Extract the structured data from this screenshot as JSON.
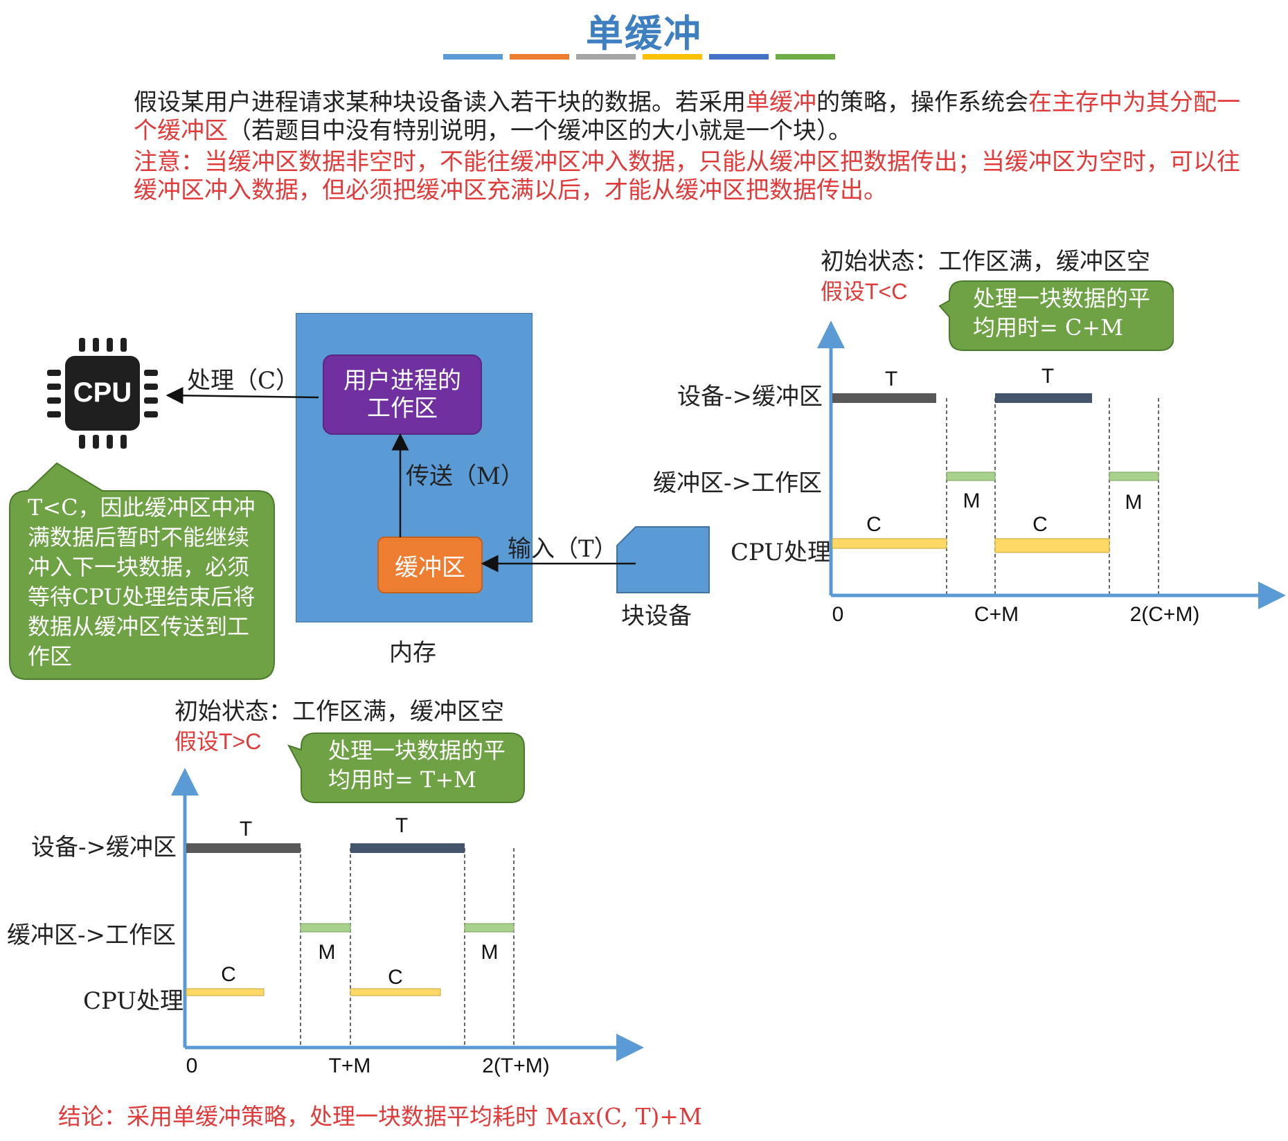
{
  "title": "单缓冲",
  "stripes": [
    "#5b9bd5",
    "#ed7d31",
    "#a5a5a5",
    "#ffc000",
    "#4472c4",
    "#70ad47"
  ],
  "intro": {
    "p1_a": "假设某用户进程请求某种块设备读入若干块的数据。若采用",
    "p1_red1": "单缓冲",
    "p1_b": "的策略，操作系统会",
    "p1_red2": "在主存中为其分配一个缓冲区",
    "p1_c": "（若题目中没有特别说明，一个缓冲区的大小就是一个块）。",
    "note": "注意：当缓冲区数据非空时，不能往缓冲区冲入数据，只能从缓冲区把数据传出；当缓冲区为空时，可以往缓冲区冲入数据，但必须把缓冲区充满以后，才能从缓冲区把数据传出。"
  },
  "architecture": {
    "cpu_label": "CPU",
    "process_label": "处理（C）",
    "workarea_label": "用户进程的工作区",
    "transfer_label": "传送（M）",
    "buffer_label": "缓冲区",
    "input_label": "输入（T）",
    "device_label": "块设备",
    "memory_label": "内存",
    "bubble_text": "T<C，因此缓冲区中冲满数据后暂时不能继续冲入下一块数据，必须等待CPU处理结束后将数据从缓冲区传送到工作区"
  },
  "timing_tc": {
    "initial_state": "初始状态：工作区满，缓冲区空",
    "assumption": "假设T<C",
    "bubble_text": "处理一块数据的平均用时= C+M",
    "rows": [
      "设备->缓冲区",
      "缓冲区->工作区",
      "CPU处理"
    ],
    "x_ticks": [
      "0",
      "C+M",
      "2(C+M)"
    ],
    "seg_labels": {
      "t": "T",
      "m": "M",
      "c": "C"
    }
  },
  "timing_ct": {
    "initial_state": "初始状态：工作区满，缓冲区空",
    "assumption": "假设T>C",
    "bubble_text": "处理一块数据的平均用时= T+M",
    "rows": [
      "设备->缓冲区",
      "缓冲区->工作区",
      "CPU处理"
    ],
    "x_ticks": [
      "0",
      "T+M",
      "2(T+M)"
    ],
    "seg_labels": {
      "t": "T",
      "m": "M",
      "c": "C"
    }
  },
  "conclusion": "结论：采用单缓冲策略，处理一块数据平均耗时 Max(C, T)+M",
  "colors": {
    "accent": "#3e7fc1",
    "red": "#e03a3a",
    "memory": "#5b9bd5",
    "workarea": "#7030a0",
    "buffer": "#ed7d31",
    "bubble": "#6ea245",
    "bar_t": "#595959",
    "bar_m": "#a9d18e",
    "bar_c": "#ffd966"
  }
}
